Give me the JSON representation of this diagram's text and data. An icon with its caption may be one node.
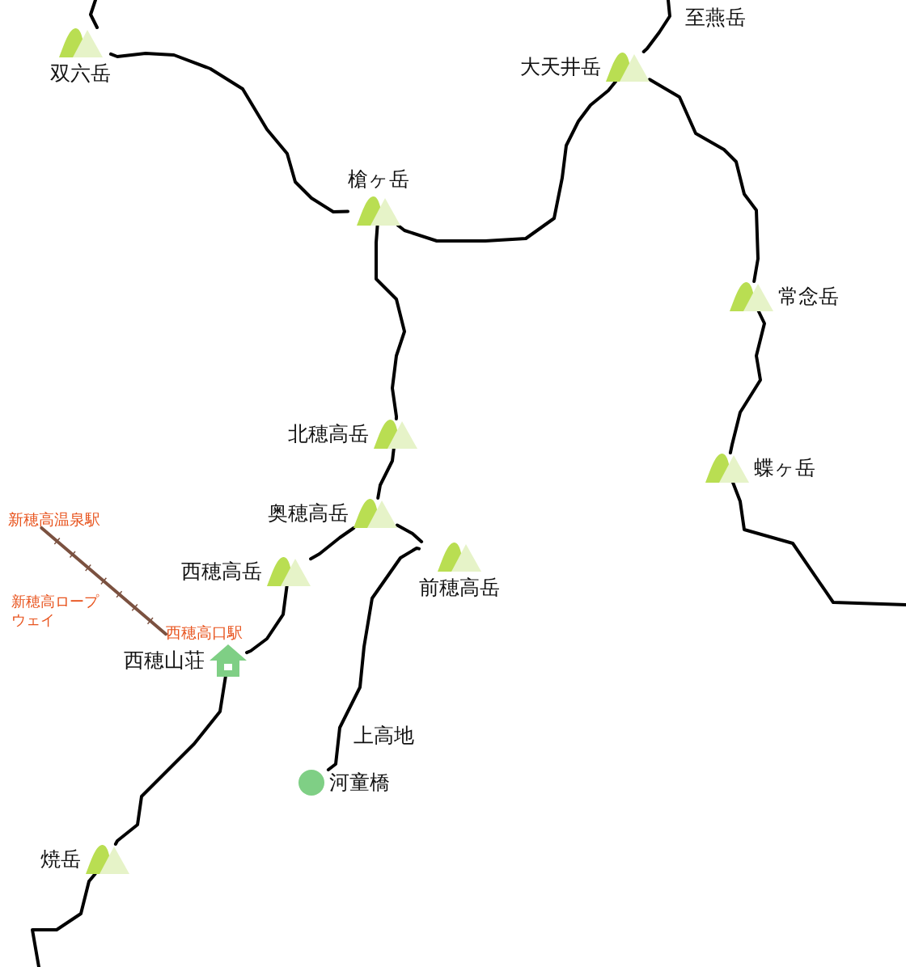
{
  "diagram": {
    "nodes": [
      {
        "text": [
          "双六岳"
        ]
      },
      {
        "text": [
          "大天井岳"
        ]
      },
      {
        "text": [
          "槍ヶ岳"
        ]
      },
      {
        "text": [
          "常念岳"
        ]
      },
      {
        "text": [
          "北穂高岳"
        ]
      },
      {
        "text": [
          "蝶ヶ岳"
        ]
      },
      {
        "text": [
          "奥穂高岳"
        ]
      },
      {
        "text": [
          "新穂高温泉駅"
        ]
      },
      {
        "text": [
          "前穂高岳"
        ]
      },
      {
        "text": [
          "西穂高岳"
        ]
      },
      {
        "text": [
          "西穂高口駅"
        ]
      },
      {
        "text": [
          "西穂山荘"
        ]
      },
      {
        "text": [
          "河童橋"
        ]
      },
      {
        "text": [
          "焼岳"
        ]
      }
    ],
    "edges": [
      {
        "from": null,
        "to": 0,
        "arrow": "none"
      },
      {
        "from": 0,
        "to": 2,
        "arrow": "none"
      },
      {
        "from": 2,
        "to": 1,
        "arrow": "none"
      },
      {
        "from": 1,
        "to": null,
        "arrow": "none"
      },
      {
        "from": 1,
        "to": 3,
        "arrow": "none"
      },
      {
        "from": 3,
        "to": 5,
        "arrow": "none"
      },
      {
        "from": 5,
        "to": null,
        "arrow": "none"
      },
      {
        "from": 2,
        "to": 4,
        "arrow": "none"
      },
      {
        "from": 4,
        "to": 6,
        "arrow": "none"
      },
      {
        "from": 6,
        "to": 8,
        "arrow": "none"
      },
      {
        "from": 6,
        "to": 9,
        "arrow": "none"
      },
      {
        "from": 9,
        "to": 11,
        "arrow": "none"
      },
      {
        "from": 11,
        "to": 13,
        "arrow": "none"
      },
      {
        "from": 13,
        "to": null,
        "arrow": "none"
      },
      {
        "from": 12,
        "to": 8,
        "arrow": "none"
      },
      {
        "from": 7,
        "to": 10,
        "arrow": "none",
        "label": "新穂高ロープウェイ",
        "color": "#7b5140"
      }
    ],
    "labels": [
      "至燕岳",
      "上高地"
    ]
  }
}
